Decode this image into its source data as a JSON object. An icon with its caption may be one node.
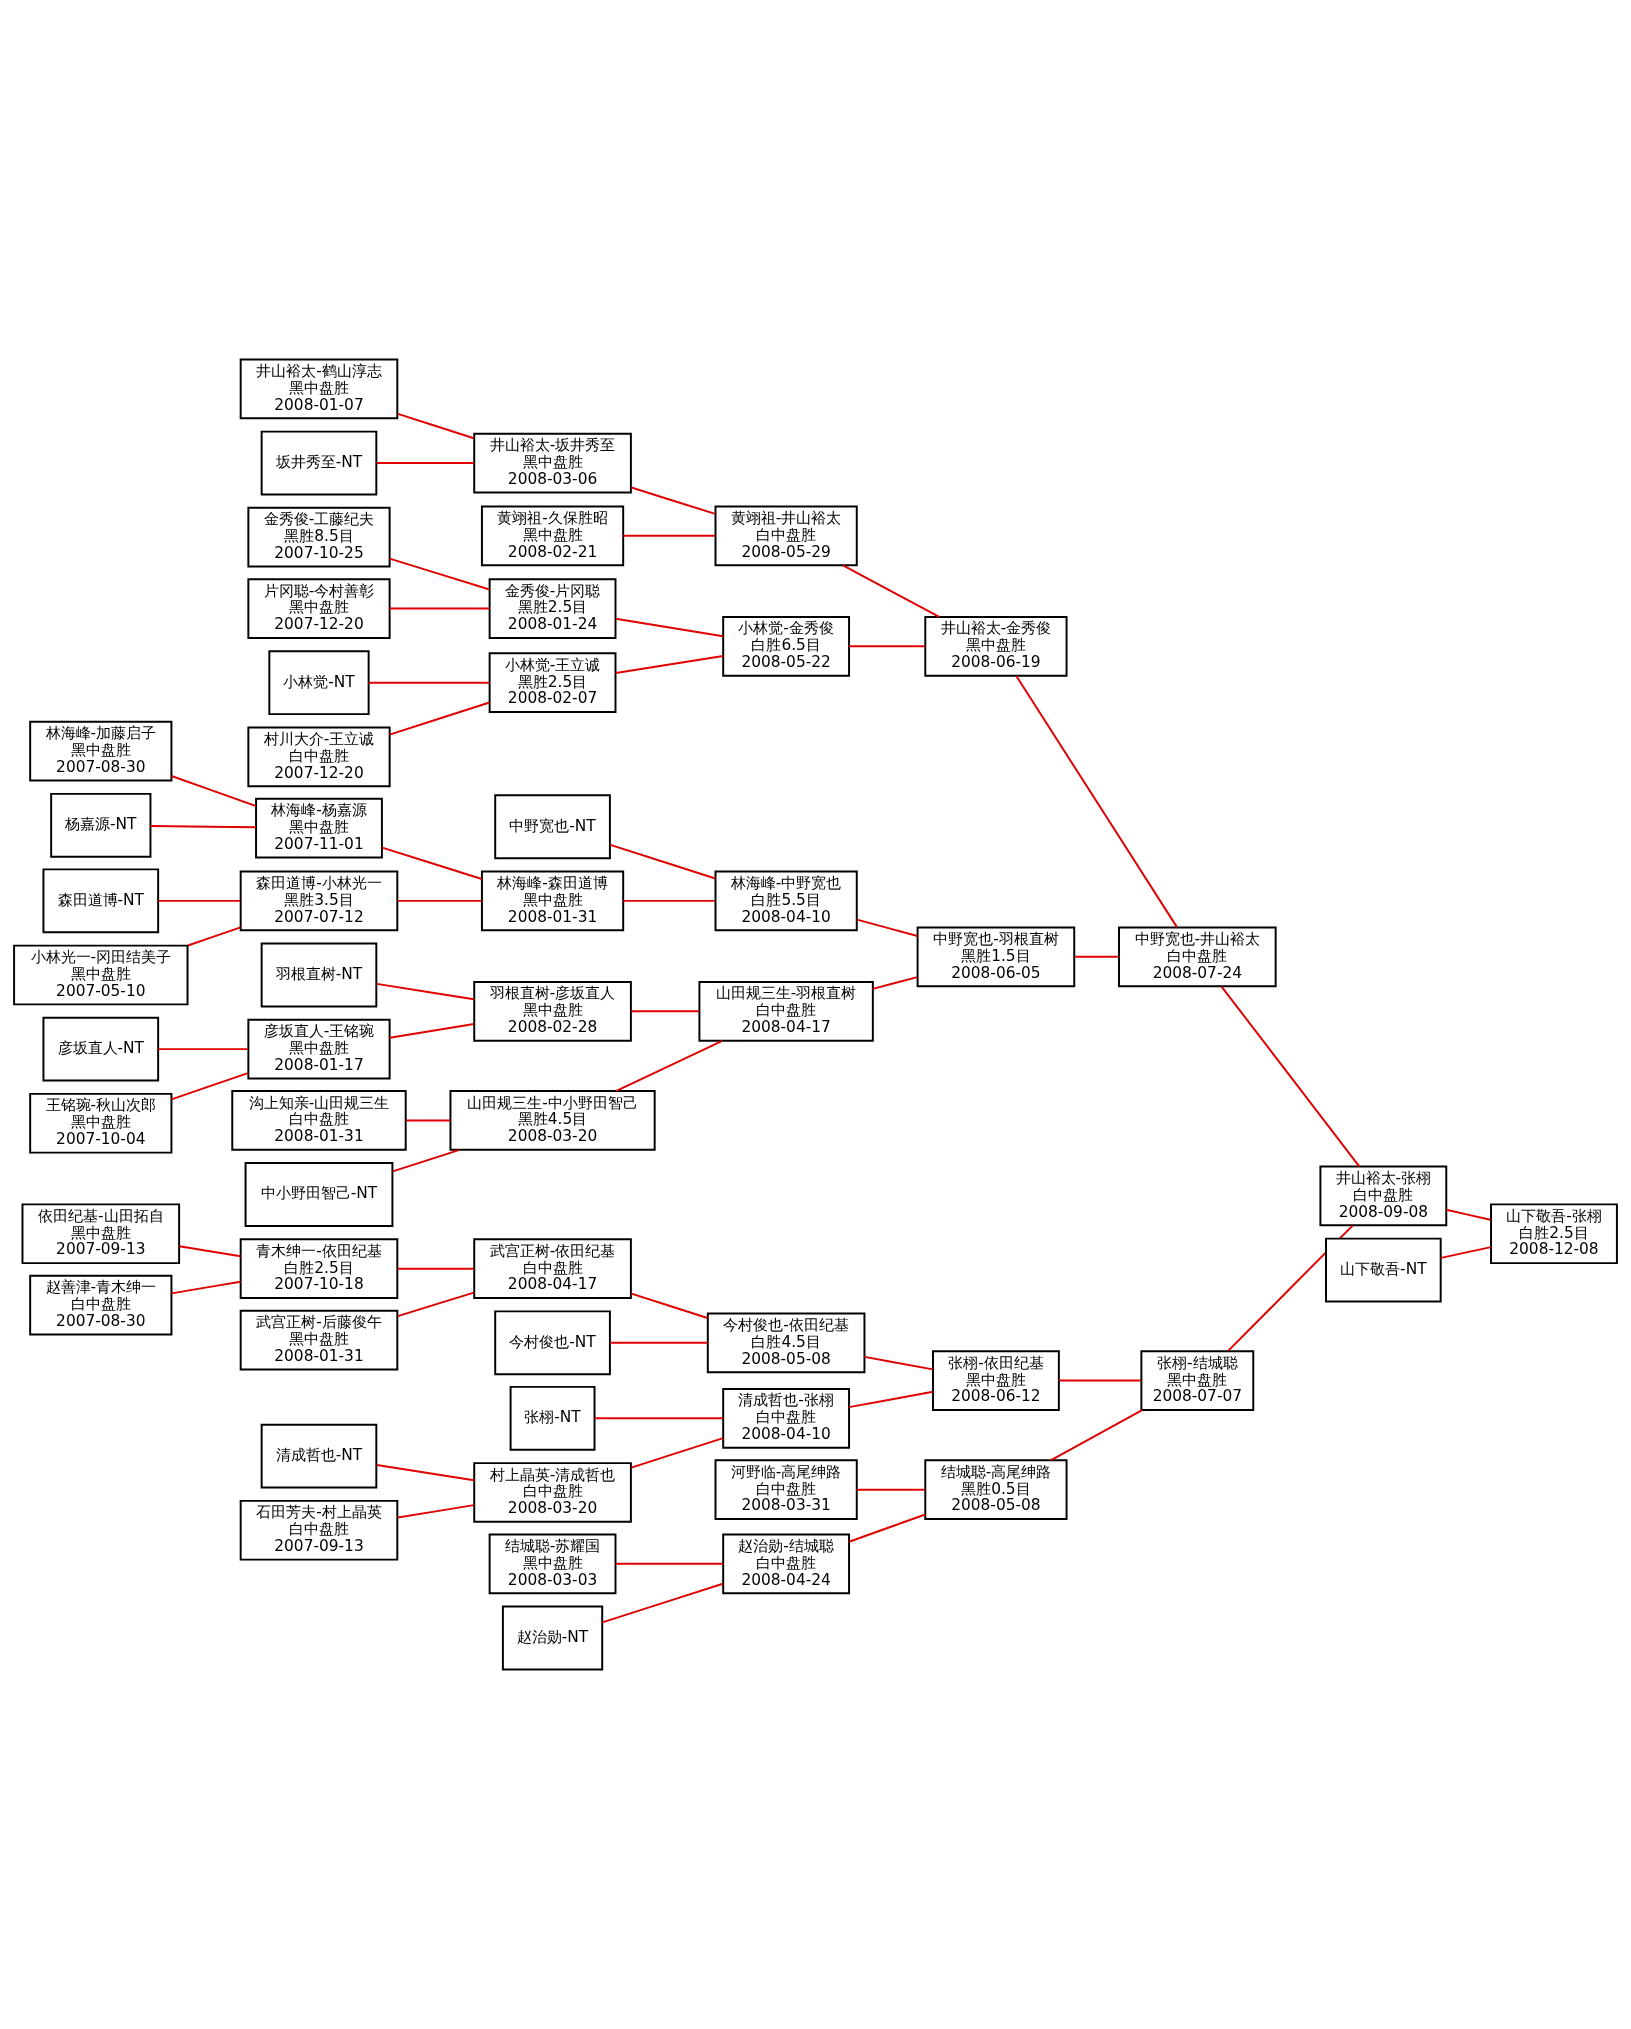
{
  "diagram": {
    "nodes": [
      {
        "text": [
          "依田纪基-山田拓自",
          "黑中盘胜",
          "2007-09-13"
        ]
      },
      {
        "text": [
          "赵善津-青木绅一",
          "白中盘胜",
          "2007-08-30"
        ]
      },
      {
        "text": [
          "林海峰-加藤启子",
          "黑中盘胜",
          "2007-08-30"
        ]
      },
      {
        "text": [
          "杨嘉源-NT"
        ]
      },
      {
        "text": [
          "森田道博-NT"
        ]
      },
      {
        "text": [
          "小林光一-冈田结美子",
          "黑中盘胜",
          "2007-05-10"
        ]
      },
      {
        "text": [
          "彦坂直人-NT"
        ]
      },
      {
        "text": [
          "王铭琬-秋山次郎",
          "黑中盘胜",
          "2007-10-04"
        ]
      },
      {
        "text": [
          "清成哲也-NT"
        ]
      },
      {
        "text": [
          "石田芳夫-村上晶英",
          "白中盘胜",
          "2007-09-13"
        ]
      },
      {
        "text": [
          "青木绅一-依田纪基",
          "白胜2.5目",
          "2007-10-18"
        ]
      },
      {
        "text": [
          "武宫正树-后藤俊午",
          "黑中盘胜",
          "2008-01-31"
        ]
      },
      {
        "text": [
          "井山裕太-鹤山淳志",
          "黑中盘胜",
          "2008-01-07"
        ]
      },
      {
        "text": [
          "坂井秀至-NT"
        ]
      },
      {
        "text": [
          "金秀俊-工藤纪夫",
          "黑胜8.5目",
          "2007-10-25"
        ]
      },
      {
        "text": [
          "片冈聪-今村善彰",
          "黑中盘胜",
          "2007-12-20"
        ]
      },
      {
        "text": [
          "小林觉-NT"
        ]
      },
      {
        "text": [
          "村川大介-王立诚",
          "白中盘胜",
          "2007-12-20"
        ]
      },
      {
        "text": [
          "林海峰-杨嘉源",
          "黑中盘胜",
          "2007-11-01"
        ]
      },
      {
        "text": [
          "森田道博-小林光一",
          "黑胜3.5目",
          "2007-07-12"
        ]
      },
      {
        "text": [
          "羽根直树-NT"
        ]
      },
      {
        "text": [
          "彦坂直人-王铭琬",
          "黑中盘胜",
          "2008-01-17"
        ]
      },
      {
        "text": [
          "沟上知亲-山田规三生",
          "白中盘胜",
          "2008-01-31"
        ]
      },
      {
        "text": [
          "中小野田智己-NT"
        ]
      },
      {
        "text": [
          "张栩-NT"
        ]
      },
      {
        "text": [
          "村上晶英-清成哲也",
          "白中盘胜",
          "2008-03-20"
        ]
      },
      {
        "text": [
          "武宫正树-依田纪基",
          "白中盘胜",
          "2008-04-17"
        ]
      },
      {
        "text": [
          "今村俊也-NT"
        ]
      },
      {
        "text": [
          "结城聪-苏耀国",
          "黑中盘胜",
          "2008-03-03"
        ]
      },
      {
        "text": [
          "赵治勋-NT"
        ]
      },
      {
        "text": [
          "井山裕太-坂井秀至",
          "黑中盘胜",
          "2008-03-06"
        ]
      },
      {
        "text": [
          "黄翊祖-久保胜昭",
          "黑中盘胜",
          "2008-02-21"
        ]
      },
      {
        "text": [
          "金秀俊-片冈聪",
          "黑胜2.5目",
          "2008-01-24"
        ]
      },
      {
        "text": [
          "小林觉-王立诚",
          "黑胜2.5目",
          "2008-02-07"
        ]
      },
      {
        "text": [
          "中野宽也-NT"
        ]
      },
      {
        "text": [
          "林海峰-森田道博",
          "黑中盘胜",
          "2008-01-31"
        ]
      },
      {
        "text": [
          "羽根直树-彦坂直人",
          "黑中盘胜",
          "2008-02-28"
        ]
      },
      {
        "text": [
          "山田规三生-中小野田智己",
          "黑胜4.5目",
          "2008-03-20"
        ]
      },
      {
        "text": [
          "清成哲也-张栩",
          "白中盘胜",
          "2008-04-10"
        ]
      },
      {
        "text": [
          "今村俊也-依田纪基",
          "白胜4.5目",
          "2008-05-08"
        ]
      },
      {
        "text": [
          "赵治勋-结城聪",
          "白中盘胜",
          "2008-04-24"
        ]
      },
      {
        "text": [
          "河野临-高尾绅路",
          "白中盘胜",
          "2008-03-31"
        ]
      },
      {
        "text": [
          "黄翊祖-井山裕太",
          "白中盘胜",
          "2008-05-29"
        ]
      },
      {
        "text": [
          "小林觉-金秀俊",
          "白胜6.5目",
          "2008-05-22"
        ]
      },
      {
        "text": [
          "林海峰-中野宽也",
          "白胜5.5目",
          "2008-04-10"
        ]
      },
      {
        "text": [
          "山田规三生-羽根直树",
          "白中盘胜",
          "2008-04-17"
        ]
      },
      {
        "text": [
          "张栩-依田纪基",
          "黑中盘胜",
          "2008-06-12"
        ]
      },
      {
        "text": [
          "结城聪-高尾绅路",
          "黑胜0.5目",
          "2008-05-08"
        ]
      },
      {
        "text": [
          "井山裕太-金秀俊",
          "黑中盘胜",
          "2008-06-19"
        ]
      },
      {
        "text": [
          "中野宽也-羽根直树",
          "黑胜1.5目",
          "2008-06-05"
        ]
      },
      {
        "text": [
          "张栩-结城聪",
          "黑中盘胜",
          "2008-07-07"
        ]
      },
      {
        "text": [
          "中野宽也-井山裕太",
          "白中盘胜",
          "2008-07-24"
        ]
      },
      {
        "text": [
          "井山裕太-张栩",
          "白中盘胜",
          "2008-09-08"
        ]
      },
      {
        "text": [
          "山下敬吾-NT"
        ]
      },
      {
        "text": [
          "山下敬吾-张栩",
          "白胜2.5目",
          "2008-12-08"
        ]
      }
    ],
    "edges": [
      {
        "from": 0,
        "to": 10,
        "arrow": "none"
      },
      {
        "from": 1,
        "to": 10,
        "arrow": "none"
      },
      {
        "from": 2,
        "to": 18,
        "arrow": "none"
      },
      {
        "from": 3,
        "to": 18,
        "arrow": "none"
      },
      {
        "from": 4,
        "to": 19,
        "arrow": "none"
      },
      {
        "from": 5,
        "to": 19,
        "arrow": "none"
      },
      {
        "from": 6,
        "to": 21,
        "arrow": "none"
      },
      {
        "from": 7,
        "to": 21,
        "arrow": "none"
      },
      {
        "from": 8,
        "to": 25,
        "arrow": "none"
      },
      {
        "from": 9,
        "to": 25,
        "arrow": "none"
      },
      {
        "from": 10,
        "to": 26,
        "arrow": "none"
      },
      {
        "from": 11,
        "to": 26,
        "arrow": "none"
      },
      {
        "from": 12,
        "to": 30,
        "arrow": "none"
      },
      {
        "from": 13,
        "to": 30,
        "arrow": "none"
      },
      {
        "from": 14,
        "to": 32,
        "arrow": "none"
      },
      {
        "from": 15,
        "to": 32,
        "arrow": "none"
      },
      {
        "from": 16,
        "to": 33,
        "arrow": "none"
      },
      {
        "from": 17,
        "to": 33,
        "arrow": "none"
      },
      {
        "from": 18,
        "to": 35,
        "arrow": "none"
      },
      {
        "from": 19,
        "to": 35,
        "arrow": "none"
      },
      {
        "from": 20,
        "to": 36,
        "arrow": "none"
      },
      {
        "from": 21,
        "to": 36,
        "arrow": "none"
      },
      {
        "from": 22,
        "to": 37,
        "arrow": "none"
      },
      {
        "from": 23,
        "to": 37,
        "arrow": "none"
      },
      {
        "from": 24,
        "to": 38,
        "arrow": "none"
      },
      {
        "from": 25,
        "to": 38,
        "arrow": "none"
      },
      {
        "from": 26,
        "to": 39,
        "arrow": "none"
      },
      {
        "from": 27,
        "to": 39,
        "arrow": "none"
      },
      {
        "from": 28,
        "to": 40,
        "arrow": "none"
      },
      {
        "from": 29,
        "to": 40,
        "arrow": "none"
      },
      {
        "from": 30,
        "to": 42,
        "arrow": "none"
      },
      {
        "from": 31,
        "to": 42,
        "arrow": "none"
      },
      {
        "from": 32,
        "to": 43,
        "arrow": "none"
      },
      {
        "from": 33,
        "to": 43,
        "arrow": "none"
      },
      {
        "from": 34,
        "to": 44,
        "arrow": "none"
      },
      {
        "from": 35,
        "to": 44,
        "arrow": "none"
      },
      {
        "from": 36,
        "to": 45,
        "arrow": "none"
      },
      {
        "from": 37,
        "to": 45,
        "arrow": "none"
      },
      {
        "from": 38,
        "to": 46,
        "arrow": "none"
      },
      {
        "from": 39,
        "to": 46,
        "arrow": "none"
      },
      {
        "from": 40,
        "to": 47,
        "arrow": "none"
      },
      {
        "from": 41,
        "to": 47,
        "arrow": "none"
      },
      {
        "from": 42,
        "to": 48,
        "arrow": "none"
      },
      {
        "from": 43,
        "to": 48,
        "arrow": "none"
      },
      {
        "from": 44,
        "to": 49,
        "arrow": "none"
      },
      {
        "from": 45,
        "to": 49,
        "arrow": "none"
      },
      {
        "from": 46,
        "to": 50,
        "arrow": "none"
      },
      {
        "from": 47,
        "to": 50,
        "arrow": "none"
      },
      {
        "from": 48,
        "to": 51,
        "arrow": "none"
      },
      {
        "from": 49,
        "to": 51,
        "arrow": "none"
      },
      {
        "from": 50,
        "to": 52,
        "arrow": "none"
      },
      {
        "from": 51,
        "to": 52,
        "arrow": "none"
      },
      {
        "from": 52,
        "to": 54,
        "arrow": "none"
      },
      {
        "from": 53,
        "to": 54,
        "arrow": "none"
      }
    ]
  }
}
